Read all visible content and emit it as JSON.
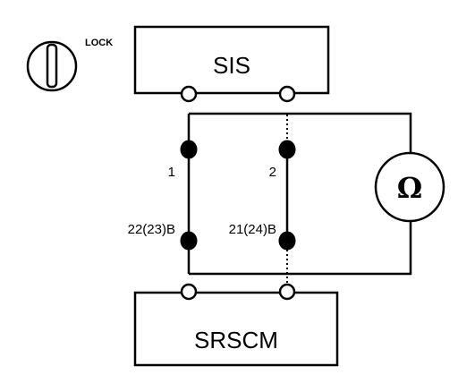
{
  "key_switch": {
    "position_label": "LOCK",
    "icon": "ignition-key-icon"
  },
  "modules": {
    "top": {
      "label": "SIS"
    },
    "bottom": {
      "label": "SRSCM"
    }
  },
  "pins": {
    "left_upper": "1",
    "right_upper": "2",
    "left_lower": "22(23)B",
    "right_lower": "21(24)B"
  },
  "meter": {
    "symbol": "Ω",
    "icon": "ohmmeter-icon"
  }
}
